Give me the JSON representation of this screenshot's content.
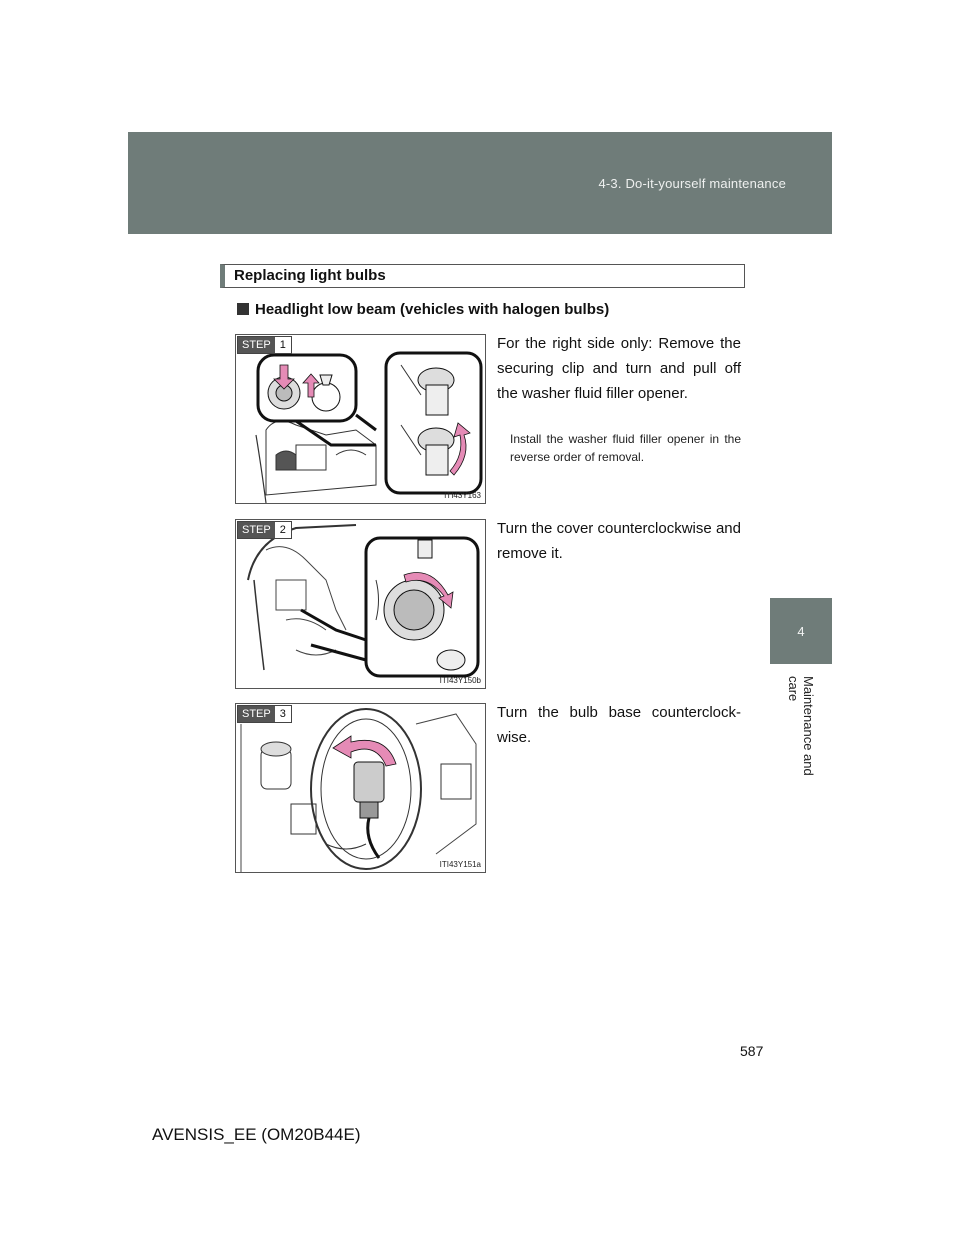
{
  "header": {
    "section_title": "4-3. Do-it-yourself maintenance"
  },
  "side_tab": {
    "number": "4",
    "label": "Maintenance and care"
  },
  "section": {
    "title": "Replacing light bulbs"
  },
  "subhead": {
    "title": "Headlight low beam (vehicles with halogen bulbs)"
  },
  "steps": [
    {
      "step_word": "STEP",
      "step_num": "1",
      "figure_code": "ITI43Y163",
      "text": "For the right side only: Remove the securing clip and turn and pull off the washer fluid filler opener.",
      "note": "Install the washer fluid filler opener in the reverse order of removal."
    },
    {
      "step_word": "STEP",
      "step_num": "2",
      "figure_code": "ITI43Y150b",
      "text": "Turn the cover counterclockwise and remove it."
    },
    {
      "step_word": "STEP",
      "step_num": "3",
      "figure_code": "ITI43Y151a",
      "text": "Turn the bulb base counterclock-wise."
    }
  ],
  "footer": {
    "page_number": "587",
    "model": "AVENSIS_EE (OM20B44E)"
  },
  "colors": {
    "header_band": "#6f7c79",
    "arrow_pink": "#e58bb6"
  },
  "icons": [
    "down-arrow-icon",
    "up-arrow-icon",
    "rotate-arrow-icon"
  ]
}
